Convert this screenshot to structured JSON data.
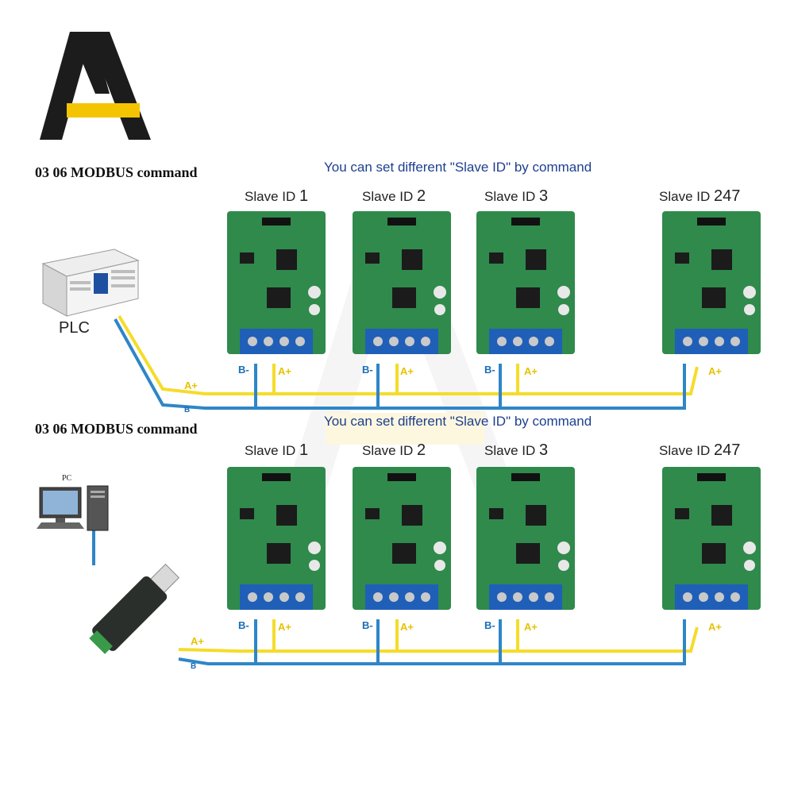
{
  "logo": {
    "icon": "brand-logo-a-icon",
    "colors": {
      "dark": "#1c1c1c",
      "accent": "#f4c400"
    }
  },
  "sections": [
    {
      "command_title": "03 06 MODBUS command",
      "hint": "You can set different \"Slave ID\" by command",
      "master_label": "PLC",
      "bus_labels": {
        "a": "A+",
        "b": "B"
      },
      "slaves": [
        {
          "prefix": "Slave ID",
          "number": "1",
          "b_label": "B-",
          "a_label": "A+"
        },
        {
          "prefix": "Slave ID",
          "number": "2",
          "b_label": "B-",
          "a_label": "A+"
        },
        {
          "prefix": "Slave ID",
          "number": "3",
          "b_label": "B-",
          "a_label": "A+"
        },
        {
          "prefix": "Slave ID",
          "number": "247",
          "b_label": "",
          "a_label": "A+"
        }
      ]
    },
    {
      "command_title": "03 06 MODBUS command",
      "hint": "You can set different \"Slave ID\" by command",
      "master_label": "PC",
      "bus_labels": {
        "a": "A+",
        "b": "B"
      },
      "slaves": [
        {
          "prefix": "Slave ID",
          "number": "1",
          "b_label": "B-",
          "a_label": "A+"
        },
        {
          "prefix": "Slave ID",
          "number": "2",
          "b_label": "B-",
          "a_label": "A+"
        },
        {
          "prefix": "Slave ID",
          "number": "3",
          "b_label": "B-",
          "a_label": "A+"
        },
        {
          "prefix": "Slave ID",
          "number": "247",
          "b_label": "",
          "a_label": "A+"
        }
      ]
    }
  ],
  "colors": {
    "wire_a": "#f5dc2a",
    "wire_b": "#2e86c8",
    "pcb": "#2f8a4c",
    "terminal": "#1f5fb8"
  }
}
